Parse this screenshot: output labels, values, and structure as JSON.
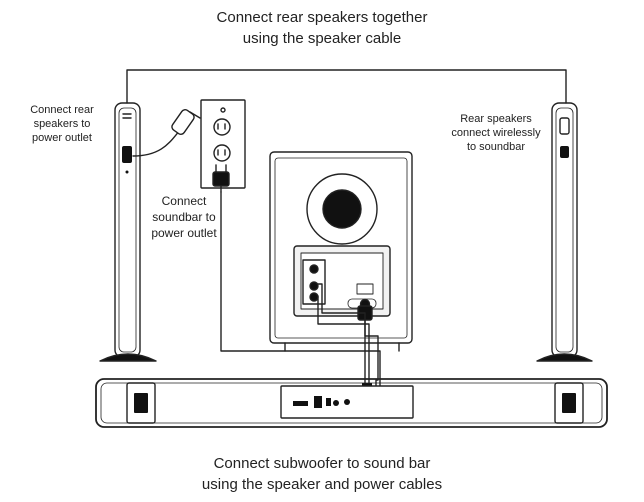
{
  "top_caption": [
    "Connect rear speakers together",
    "using the speaker cable"
  ],
  "bottom_caption": [
    "Connect subwoofer to sound bar",
    "using the speaker and power cables"
  ],
  "left_label": [
    "Connect rear",
    "speakers to",
    "power outlet"
  ],
  "right_label": [
    "Rear speakers",
    "connect wirelessly",
    "to soundbar"
  ],
  "center_label": [
    "Connect",
    "soundbar to",
    "power outlet"
  ],
  "colors": {
    "line": "#222222",
    "panel": "#f2f2f2",
    "fill_dark": "#111111"
  }
}
